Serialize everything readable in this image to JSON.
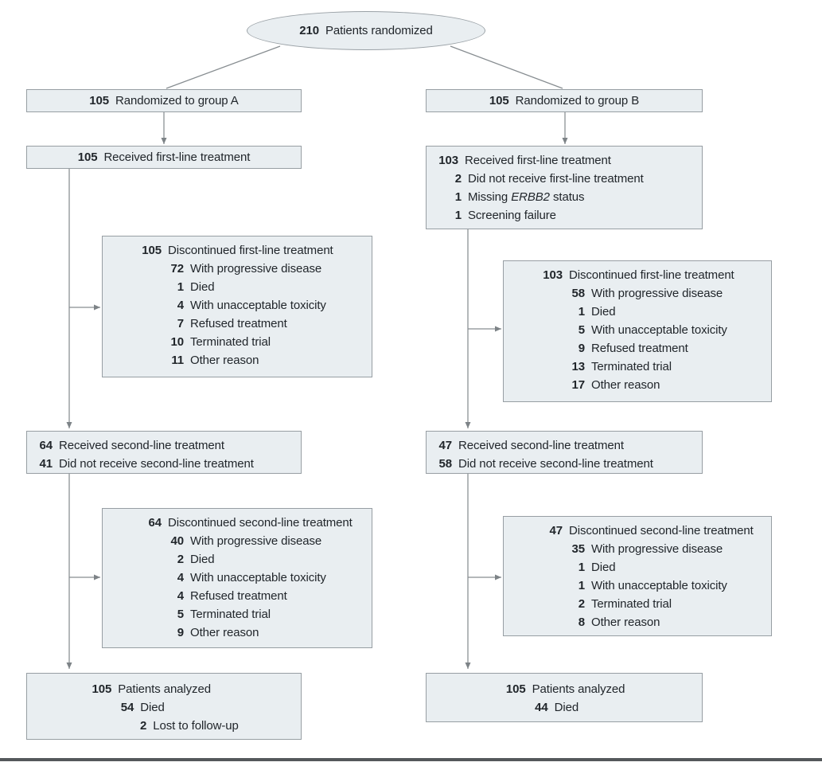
{
  "figure": {
    "root": {
      "n": "210",
      "label": "Patients randomized"
    },
    "colors": {
      "box_fill": "#e9eef1",
      "box_border": "#979ea3",
      "connector": "#878d91",
      "text": "#21262b",
      "bottom_rule": "#54585b"
    },
    "groupA": {
      "randomized": {
        "n": "105",
        "label": "Randomized to group A"
      },
      "received_first_line": {
        "rows": [
          {
            "n": "105",
            "label": "Received first-line treatment",
            "level": 0
          }
        ]
      },
      "discontinued_first_line": {
        "rows": [
          {
            "n": "105",
            "label": "Discontinued first-line treatment",
            "level": 0
          },
          {
            "n": "72",
            "label": "With progressive disease",
            "level": 1
          },
          {
            "n": "1",
            "label": "Died",
            "level": 1
          },
          {
            "n": "4",
            "label": "With unacceptable toxicity",
            "level": 1
          },
          {
            "n": "7",
            "label": "Refused treatment",
            "level": 1
          },
          {
            "n": "10",
            "label": "Terminated trial",
            "level": 1
          },
          {
            "n": "11",
            "label": "Other reason",
            "level": 1
          }
        ]
      },
      "second_line": {
        "rows": [
          {
            "n": "64",
            "label": "Received second-line treatment",
            "level": 0
          },
          {
            "n": "41",
            "label": "Did not receive second-line treatment",
            "level": 0
          }
        ]
      },
      "discontinued_second_line": {
        "rows": [
          {
            "n": "64",
            "label": "Discontinued second-line treatment",
            "level": 0
          },
          {
            "n": "40",
            "label": "With progressive disease",
            "level": 1
          },
          {
            "n": "2",
            "label": "Died",
            "level": 1
          },
          {
            "n": "4",
            "label": "With unacceptable toxicity",
            "level": 1
          },
          {
            "n": "4",
            "label": "Refused treatment",
            "level": 1
          },
          {
            "n": "5",
            "label": "Terminated trial",
            "level": 1
          },
          {
            "n": "9",
            "label": "Other reason",
            "level": 1
          }
        ]
      },
      "analyzed": {
        "rows": [
          {
            "n": "105",
            "label": "Patients analyzed",
            "level": 0
          },
          {
            "n": "54",
            "label": "Died",
            "level": 1
          },
          {
            "n": "2",
            "label": "Lost to follow-up",
            "level": 2
          }
        ]
      }
    },
    "groupB": {
      "randomized": {
        "n": "105",
        "label": "Randomized to group B"
      },
      "received_first_line": {
        "rows": [
          {
            "n": "103",
            "label": "Received first-line treatment",
            "level": 0
          },
          {
            "n": "2",
            "label": "Did not receive first-line treatment",
            "level": 1
          },
          {
            "n": "1",
            "pre": "Missing ",
            "italic": "ERBB2",
            "post": " status",
            "level": 1
          },
          {
            "n": "1",
            "label": "Screening failure",
            "level": 1
          }
        ]
      },
      "discontinued_first_line": {
        "rows": [
          {
            "n": "103",
            "label": "Discontinued first-line treatment",
            "level": 0
          },
          {
            "n": "58",
            "label": "With progressive disease",
            "level": 1
          },
          {
            "n": "1",
            "label": "Died",
            "level": 1
          },
          {
            "n": "5",
            "label": "With unacceptable toxicity",
            "level": 1
          },
          {
            "n": "9",
            "label": "Refused treatment",
            "level": 1
          },
          {
            "n": "13",
            "label": "Terminated trial",
            "level": 1
          },
          {
            "n": "17",
            "label": "Other reason",
            "level": 1
          }
        ]
      },
      "second_line": {
        "rows": [
          {
            "n": "47",
            "label": "Received second-line treatment",
            "level": 0
          },
          {
            "n": "58",
            "label": "Did not receive second-line treatment",
            "level": 0
          }
        ]
      },
      "discontinued_second_line": {
        "rows": [
          {
            "n": "47",
            "label": "Discontinued second-line treatment",
            "level": 0
          },
          {
            "n": "35",
            "label": "With progressive disease",
            "level": 1
          },
          {
            "n": "1",
            "label": "Died",
            "level": 1
          },
          {
            "n": "1",
            "label": "With unacceptable toxicity",
            "level": 1
          },
          {
            "n": "2",
            "label": "Terminated trial",
            "level": 1
          },
          {
            "n": "8",
            "label": "Other reason",
            "level": 1
          }
        ]
      },
      "analyzed": {
        "rows": [
          {
            "n": "105",
            "label": "Patients analyzed",
            "level": 0
          },
          {
            "n": "44",
            "label": "Died",
            "level": 1
          }
        ]
      }
    }
  }
}
